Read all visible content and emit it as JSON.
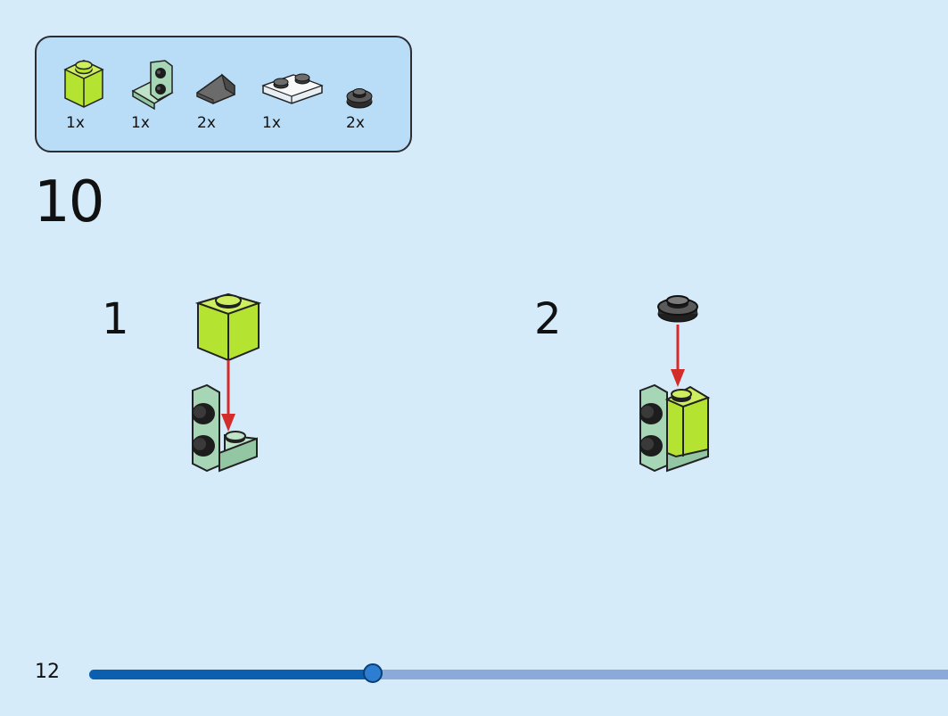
{
  "parts_list": {
    "items": [
      {
        "name": "lime-1x1-brick-icon",
        "quantity": "1x"
      },
      {
        "name": "sand-green-bracket-icon",
        "quantity": "1x"
      },
      {
        "name": "dark-gray-slope-icon",
        "quantity": "2x"
      },
      {
        "name": "transparent-1x2-plate-icon",
        "quantity": "1x"
      },
      {
        "name": "black-round-plate-icon",
        "quantity": "2x"
      }
    ]
  },
  "step": {
    "number": "10"
  },
  "sub_steps": [
    {
      "label": "1"
    },
    {
      "label": "2"
    }
  ],
  "footer": {
    "page_number": "12",
    "progress": 0.33
  },
  "colors": {
    "background": "#d5ebfa",
    "parts_box": "#b9dcf7",
    "lime": "#b5e331",
    "sand_green": "#a6d6b5",
    "arrow_red": "#d42b2b",
    "progress_fill": "#0c5fae",
    "progress_track": "#8ba9d9"
  }
}
